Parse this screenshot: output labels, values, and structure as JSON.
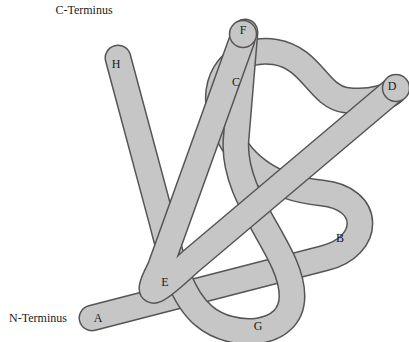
{
  "diagram": {
    "labels": [
      "C-Terminus",
      "H",
      "F",
      "C",
      "D",
      "E",
      "B",
      "N-Terminus",
      "A",
      "G"
    ]
  }
}
